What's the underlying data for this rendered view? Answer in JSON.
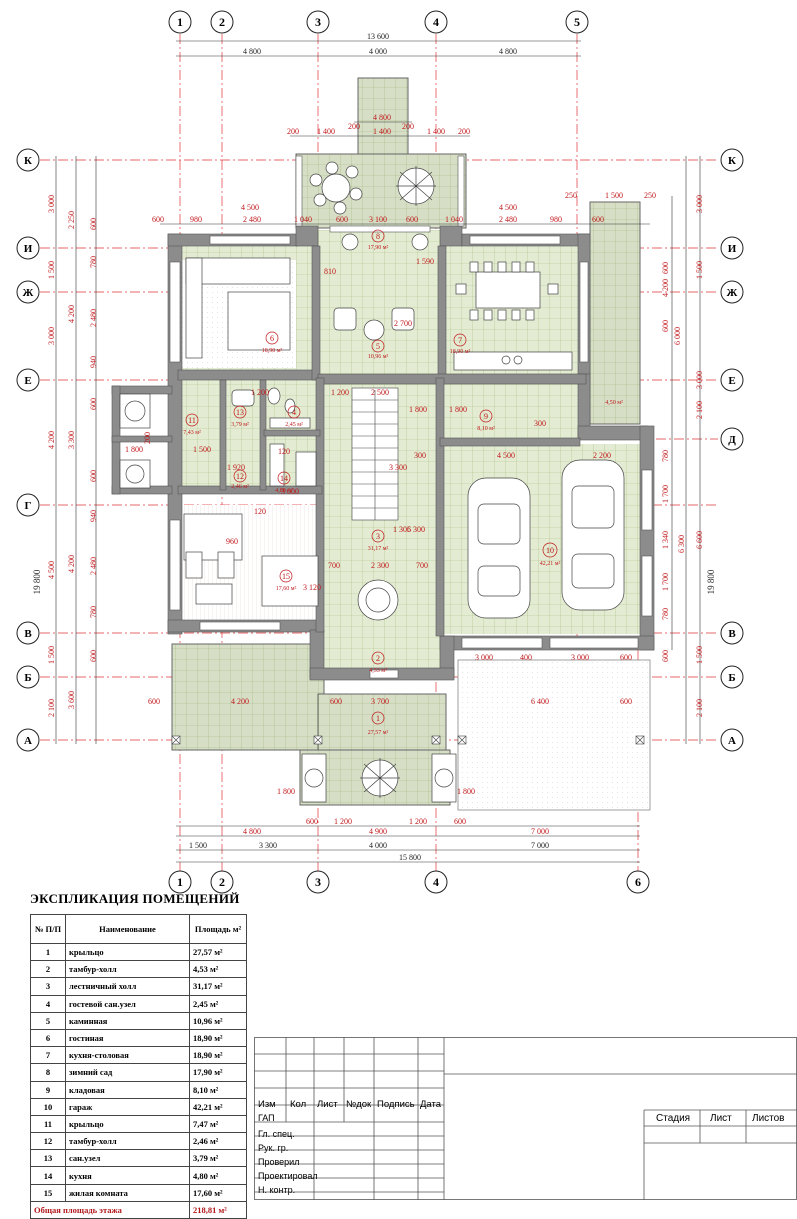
{
  "axes": {
    "columns_top": [
      "1",
      "2",
      "3",
      "4",
      "5"
    ],
    "columns_bottom": [
      "1",
      "2",
      "3",
      "4",
      "6"
    ],
    "rows": [
      "К",
      "И",
      "Ж",
      "Е",
      "Д",
      "Г",
      "В",
      "Б",
      "А"
    ]
  },
  "dimensions": {
    "top_total": "13 600",
    "top_chain": [
      "4 800",
      "4 000",
      "4 800"
    ],
    "garden_top": "4 800",
    "garden_chain": [
      "200",
      "1 400",
      "200",
      "1 400",
      "200",
      "1 400",
      "200"
    ],
    "upper_chain": [
      "600",
      "980",
      "2 480",
      "4 500",
      "1 040",
      "600",
      "3 100",
      "600",
      "1 040",
      "2 480",
      "980",
      "600"
    ],
    "upper_right": [
      "250",
      "1 500",
      "250",
      "4 500"
    ],
    "bottom_chain1": [
      "600",
      "1 200",
      "1 200",
      "600"
    ],
    "bottom_chain2": [
      "4 800",
      "4 900",
      "7 000"
    ],
    "bottom_chain3": [
      "1 500",
      "3 300",
      "4 000",
      "7 000"
    ],
    "bottom_total": "15 800",
    "left_outer": [
      "3 000",
      "1 500",
      "3 000",
      "4 200",
      "4 500",
      "1 500",
      "3 600",
      "2 100"
    ],
    "left_mid": [
      "2 250",
      "4 200",
      "3 300",
      "4 200"
    ],
    "left_inner": [
      "600",
      "780",
      "2 480",
      "940",
      "600",
      "200",
      "1 800",
      "600",
      "940",
      "2 480",
      "780",
      "600"
    ],
    "left_total": "19 800",
    "right_outer": [
      "3 000",
      "1 500",
      "6 000",
      "3 000",
      "2 100",
      "6 600",
      "1 500",
      "2 100"
    ],
    "right_mid": [
      "4 200",
      "6 300"
    ],
    "right_inner": [
      "600",
      "600",
      "780",
      "1 700",
      "1 340",
      "1 700",
      "780",
      "600"
    ],
    "right_total": "19 800",
    "interior": [
      "1 200",
      "2 500",
      "1 800",
      "300",
      "4 500",
      "2 200",
      "1 500",
      "300",
      "2 300",
      "700",
      "700",
      "3 700",
      "600",
      "4 200",
      "600",
      "3 000",
      "400",
      "3 000",
      "600",
      "6 400",
      "600",
      "1 800",
      "1 800",
      "1 200",
      "120",
      "120",
      "1 920",
      "3 000",
      "960",
      "3 120",
      "1 305",
      "6 300",
      "3 300",
      "2 700",
      "1 590",
      "810",
      "1 800"
    ]
  },
  "rooms": [
    {
      "no": "1",
      "area": "27,57 м²"
    },
    {
      "no": "2",
      "area": "4,53 м²"
    },
    {
      "no": "3",
      "area": "31,17 м²"
    },
    {
      "no": "4",
      "area": "2,45 м²"
    },
    {
      "no": "5",
      "area": "10,96 м²"
    },
    {
      "no": "6",
      "area": "18,90 м²"
    },
    {
      "no": "7",
      "area": "18,90 м²"
    },
    {
      "no": "8",
      "area": "17,90 м²"
    },
    {
      "no": "9",
      "area": "8,10 м²"
    },
    {
      "no": "10",
      "area": "42,21 м²"
    },
    {
      "no": "11",
      "area": "7,43 м²"
    },
    {
      "no": "12",
      "area": "2,46 м²"
    },
    {
      "no": "13",
      "area": "3,79 м²"
    },
    {
      "no": "14",
      "area": "4,80 м²"
    },
    {
      "no": "15",
      "area": "17,60 м²"
    },
    {
      "no": "",
      "area": "4,50 м²"
    }
  ],
  "explication": {
    "title": "ЭКСПЛИКАЦИЯ ПОМЕЩЕНИЙ",
    "headers": {
      "no": "№ П/П",
      "name": "Наименование",
      "area": "Площадь м²"
    },
    "rows": [
      {
        "no": "1",
        "name": "крыльцо",
        "area": "27,57 м²"
      },
      {
        "no": "2",
        "name": "тамбур-холл",
        "area": "4,53 м²"
      },
      {
        "no": "3",
        "name": "лестничный холл",
        "area": "31,17 м²"
      },
      {
        "no": "4",
        "name": "гостевой сан.узел",
        "area": "2,45 м²"
      },
      {
        "no": "5",
        "name": "каминная",
        "area": "10,96 м²"
      },
      {
        "no": "6",
        "name": "гостиная",
        "area": "18,90 м²"
      },
      {
        "no": "7",
        "name": "кухня-столовая",
        "area": "18,90 м²"
      },
      {
        "no": "8",
        "name": "зимний сад",
        "area": "17,90 м²"
      },
      {
        "no": "9",
        "name": "кладовая",
        "area": "8,10 м²"
      },
      {
        "no": "10",
        "name": "гараж",
        "area": "42,21 м²"
      },
      {
        "no": "11",
        "name": "крыльцо",
        "area": "7,47 м²"
      },
      {
        "no": "12",
        "name": "тамбур-холл",
        "area": "2,46 м²"
      },
      {
        "no": "13",
        "name": "сан.узел",
        "area": "3,79 м²"
      },
      {
        "no": "14",
        "name": "кухня",
        "area": "4,80 м²"
      },
      {
        "no": "15",
        "name": "жилая комната",
        "area": "17,60 м²"
      }
    ],
    "total_label": "Общая площадь этажа",
    "total_area": "218,81 м²"
  },
  "stamp": {
    "cols": [
      "Изм",
      "Кол",
      "Лист",
      "№док",
      "Подпись",
      "Дата"
    ],
    "roles": [
      "ГАП",
      "Гл. спец.",
      "Рук. гр.",
      "Проверил",
      "Проектировал",
      "Н. контр."
    ],
    "right": [
      "Стадия",
      "Лист",
      "Листов"
    ]
  },
  "colors": {
    "wall": "#8c8c8c",
    "floor": "#e3ecd2",
    "tile_line": "#a9bd85",
    "axis_line": "#e0343a",
    "dim_text": "#c0171b",
    "terrace": "#d3dcc2"
  }
}
